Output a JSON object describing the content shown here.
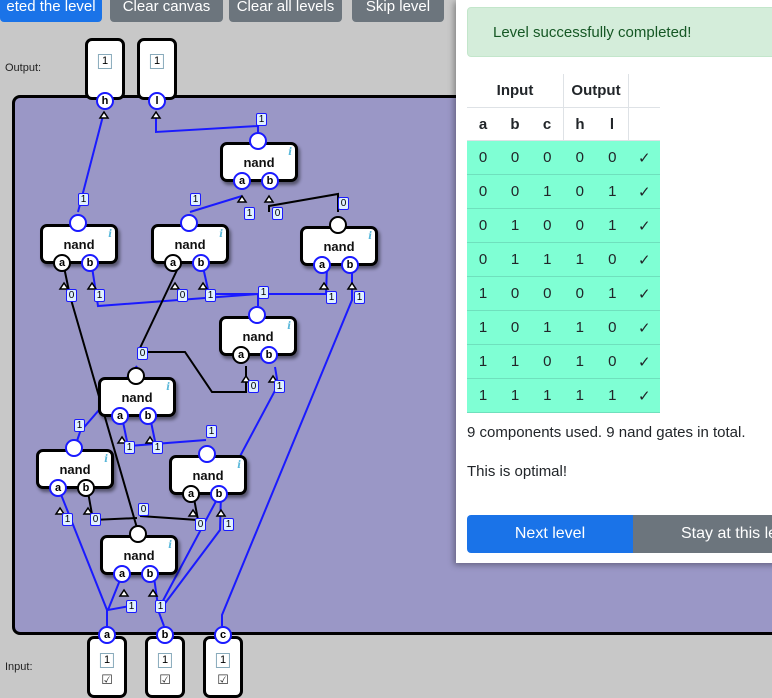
{
  "toolbar": {
    "completed_label": "eted the level",
    "clear_canvas_label": "Clear canvas",
    "clear_all_label": "Clear all levels",
    "skip_label": "Skip level"
  },
  "board": {
    "output_label": "Output:",
    "input_label": "Input:",
    "gate_label": "nand",
    "info_glyph": "i",
    "pin_a": "a",
    "pin_b": "b",
    "outputs": [
      {
        "pin": "h",
        "value": "1"
      },
      {
        "pin": "l",
        "value": "1"
      }
    ],
    "inputs": [
      {
        "pin": "a",
        "value": "1",
        "check": "☑"
      },
      {
        "pin": "b",
        "value": "1",
        "check": "☑"
      },
      {
        "pin": "c",
        "value": "1",
        "check": "☑"
      }
    ],
    "wire_values": [
      "1",
      "1",
      "1",
      "0",
      "0",
      "1",
      "0",
      "1",
      "1",
      "0",
      "1",
      "1",
      "1",
      "0",
      "0",
      "1",
      "1",
      "1",
      "1",
      "1",
      "1",
      "0",
      "0",
      "1",
      "0",
      "1",
      "1",
      "1"
    ]
  },
  "panel": {
    "alert": "Level successfully completed!",
    "input_header": "Input",
    "output_header": "Output",
    "columns": [
      "a",
      "b",
      "c",
      "h",
      "l"
    ],
    "check": "✓",
    "rows": [
      [
        "0",
        "0",
        "0",
        "0",
        "0"
      ],
      [
        "0",
        "0",
        "1",
        "0",
        "1"
      ],
      [
        "0",
        "1",
        "0",
        "0",
        "1"
      ],
      [
        "0",
        "1",
        "1",
        "1",
        "0"
      ],
      [
        "1",
        "0",
        "0",
        "0",
        "1"
      ],
      [
        "1",
        "0",
        "1",
        "1",
        "0"
      ],
      [
        "1",
        "1",
        "0",
        "1",
        "0"
      ],
      [
        "1",
        "1",
        "1",
        "1",
        "1"
      ]
    ],
    "summary": "9 components used. 9 nand gates in total.",
    "optimal": "This is optimal!",
    "next_label": "Next level",
    "stay_label": "Stay at this le"
  },
  "colors": {
    "board": "#9a97c6",
    "wire_active": "#1a1aff",
    "table_row": "#7fffd4",
    "primary": "#1a73e8",
    "secondary": "#6c757d"
  }
}
